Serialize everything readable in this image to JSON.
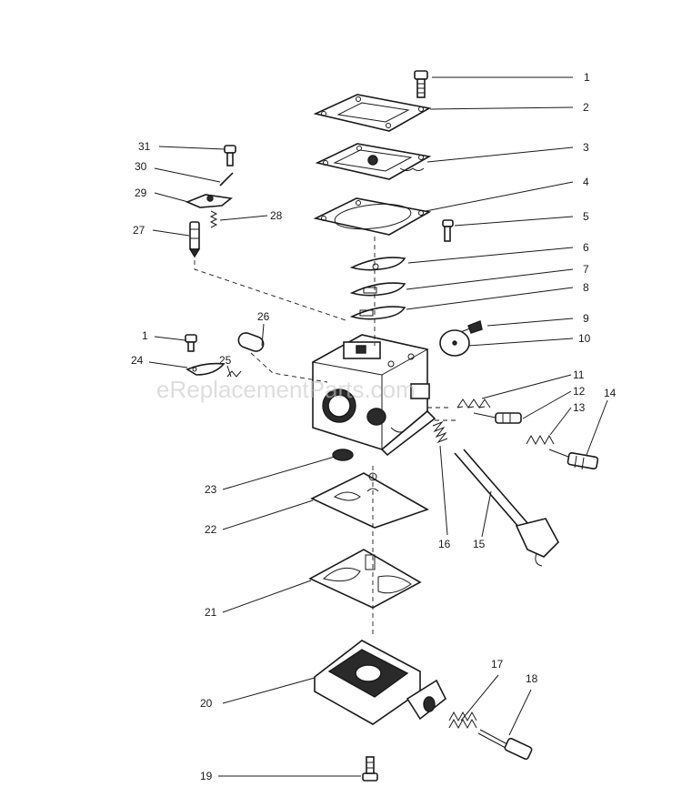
{
  "watermark": "eReplacementParts.com",
  "callouts": [
    {
      "id": "c1",
      "text": "1"
    },
    {
      "id": "c2",
      "text": "2"
    },
    {
      "id": "c3",
      "text": "3"
    },
    {
      "id": "c4",
      "text": "4"
    },
    {
      "id": "c5",
      "text": "5"
    },
    {
      "id": "c6",
      "text": "6"
    },
    {
      "id": "c7",
      "text": "7"
    },
    {
      "id": "c8",
      "text": "8"
    },
    {
      "id": "c9",
      "text": "9"
    },
    {
      "id": "c10",
      "text": "10"
    },
    {
      "id": "c11",
      "text": "11"
    },
    {
      "id": "c12",
      "text": "12"
    },
    {
      "id": "c13",
      "text": "13"
    },
    {
      "id": "c14",
      "text": "14"
    },
    {
      "id": "c15",
      "text": "15"
    },
    {
      "id": "c16",
      "text": "16"
    },
    {
      "id": "c17",
      "text": "17"
    },
    {
      "id": "c18",
      "text": "18"
    },
    {
      "id": "c19",
      "text": "19"
    },
    {
      "id": "c20",
      "text": "20"
    },
    {
      "id": "c21",
      "text": "21"
    },
    {
      "id": "c22",
      "text": "22"
    },
    {
      "id": "c23",
      "text": "23"
    },
    {
      "id": "c24",
      "text": "24"
    },
    {
      "id": "c25",
      "text": "25"
    },
    {
      "id": "c26",
      "text": "26"
    },
    {
      "id": "c27",
      "text": "27"
    },
    {
      "id": "c28",
      "text": "28"
    },
    {
      "id": "c29",
      "text": "29"
    },
    {
      "id": "c30",
      "text": "30"
    },
    {
      "id": "c31",
      "text": "31"
    },
    {
      "id": "c1b",
      "text": "1"
    }
  ]
}
